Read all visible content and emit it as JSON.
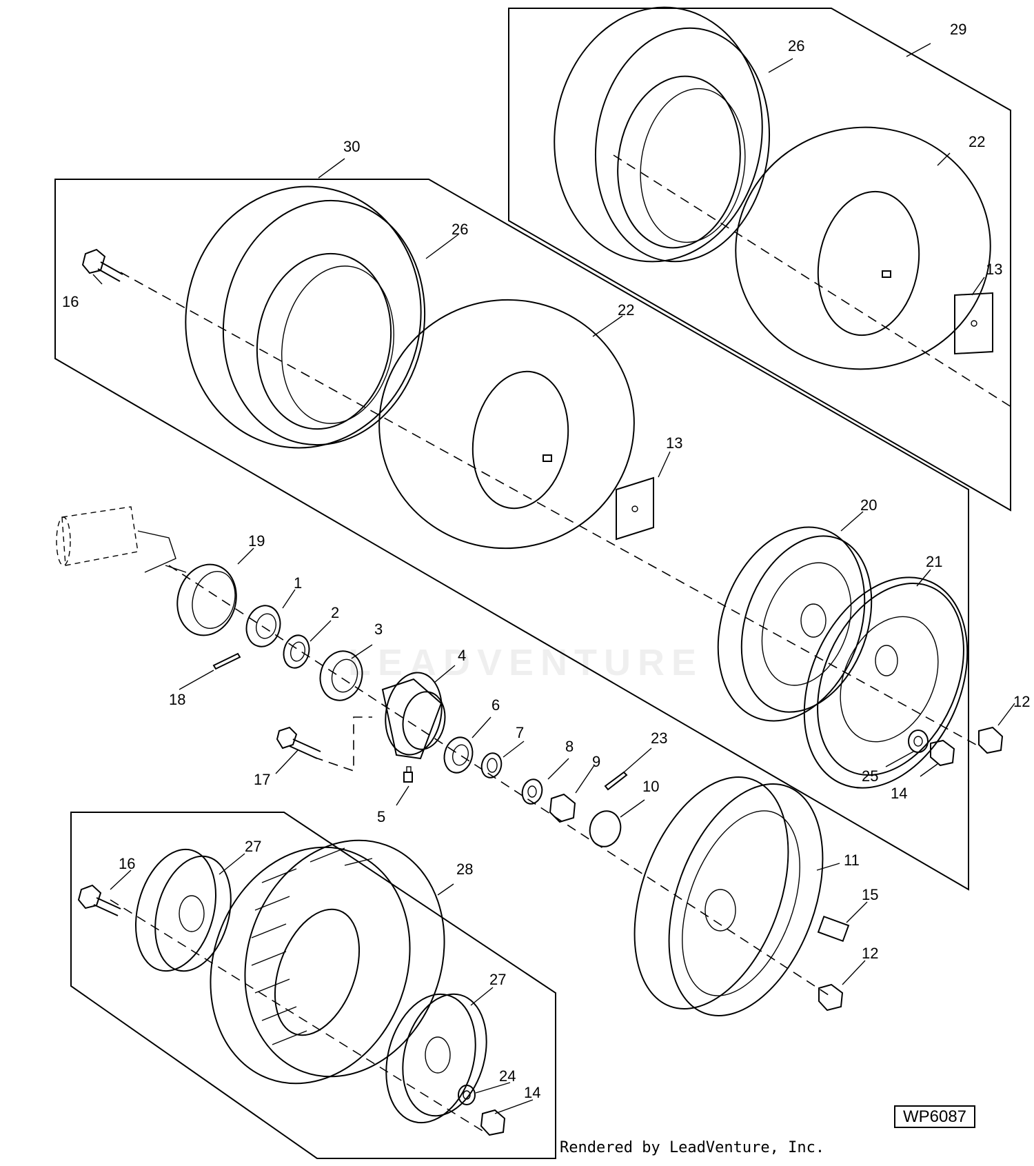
{
  "diagram": {
    "figure_id": "WP6087",
    "credit": "Rendered by LeadVenture, Inc.",
    "watermark": "LEADVENTURE",
    "callouts": {
      "c1": "1",
      "c2": "2",
      "c3": "3",
      "c4": "4",
      "c5": "5",
      "c6": "6",
      "c7": "7",
      "c8": "8",
      "c9": "9",
      "c10": "10",
      "c11": "11",
      "c12a": "12",
      "c12b": "12",
      "c13a": "13",
      "c13b": "13",
      "c14a": "14",
      "c14b": "14",
      "c15": "15",
      "c16a": "16",
      "c16b": "16",
      "c17": "17",
      "c18": "18",
      "c19": "19",
      "c20": "20",
      "c21": "21",
      "c22a": "22",
      "c22b": "22",
      "c23": "23",
      "c24": "24",
      "c25": "25",
      "c26a": "26",
      "c26b": "26",
      "c27a": "27",
      "c27b": "27",
      "c28": "28",
      "c29": "29",
      "c30": "30"
    }
  }
}
